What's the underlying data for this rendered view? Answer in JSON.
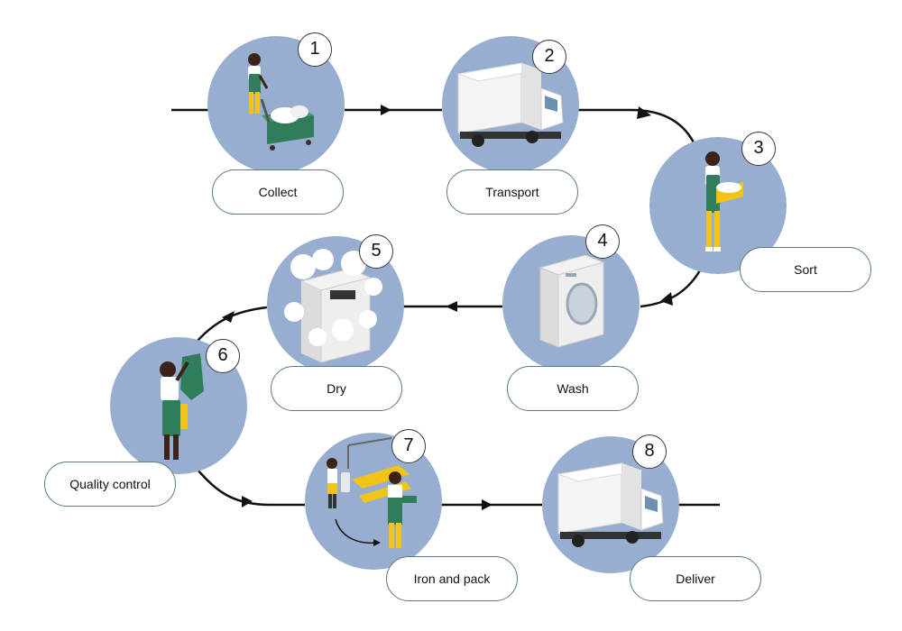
{
  "colors": {
    "circle": "#98aed0",
    "line": "#111111",
    "label_border": "#5b7b80",
    "green": "#2f7d5a",
    "yellow": "#f2c417",
    "skin": "#3b2417"
  },
  "steps": [
    {
      "number": "1",
      "label": "Collect",
      "icon": "worker-pushing-laundry-cart-icon"
    },
    {
      "number": "2",
      "label": "Transport",
      "icon": "delivery-truck-icon"
    },
    {
      "number": "3",
      "label": "Sort",
      "icon": "worker-holding-basket-icon"
    },
    {
      "number": "4",
      "label": "Wash",
      "icon": "washing-machine-icon"
    },
    {
      "number": "5",
      "label": "Dry",
      "icon": "steaming-dryer-icon"
    },
    {
      "number": "6",
      "label": "Quality control",
      "icon": "worker-inspecting-garment-icon"
    },
    {
      "number": "7",
      "label": "Iron and pack",
      "icon": "ironing-station-icon"
    },
    {
      "number": "8",
      "label": "Deliver",
      "icon": "delivery-truck-icon"
    }
  ]
}
